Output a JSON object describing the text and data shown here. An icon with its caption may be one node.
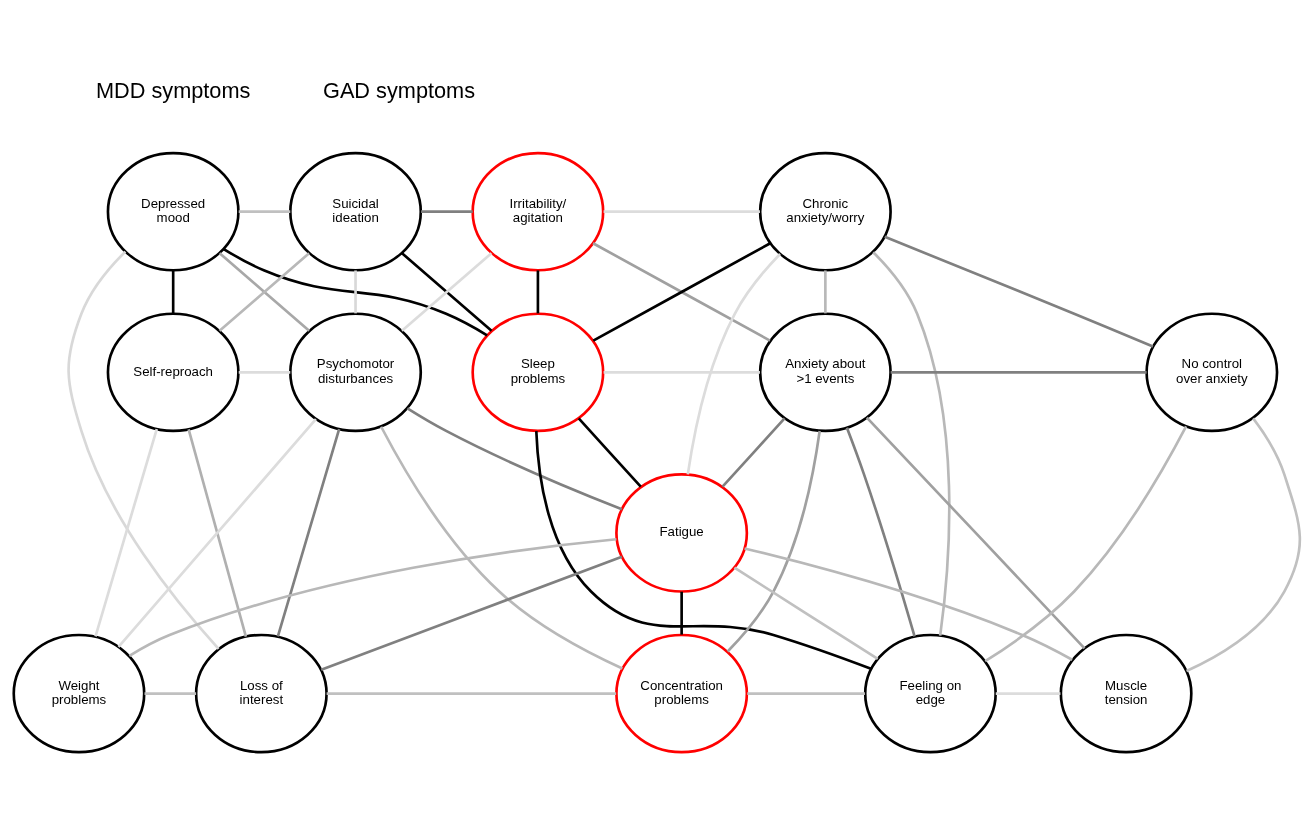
{
  "diagram": {
    "nodes": [
      {
        "text": [
          "Depressed mood"
        ]
      },
      {
        "text": [
          "Suicidal ideation"
        ]
      },
      {
        "text": [
          "Irritability/ agitation"
        ]
      },
      {
        "text": [
          "Chronic anxiety/worry"
        ]
      },
      {
        "text": [
          "Self-reproach"
        ]
      },
      {
        "text": [
          "Psychomotor disturbances"
        ]
      },
      {
        "text": [
          "Sleep problems"
        ]
      },
      {
        "text": [
          "Anxiety about >1 events"
        ]
      },
      {
        "text": [
          "No control over anxiety"
        ]
      },
      {
        "text": [
          "Fatigue"
        ]
      },
      {
        "text": [
          "Weight problems"
        ]
      },
      {
        "text": [
          "Loss of interest"
        ]
      },
      {
        "text": [
          "Concentration problems"
        ]
      },
      {
        "text": [
          "Feeling on edge"
        ]
      },
      {
        "text": [
          "Muscle tension"
        ]
      }
    ],
    "edges": [
      {
        "from": 0,
        "to": 1,
        "arrow": "none",
        "color": "#c0c0c0"
      },
      {
        "from": 1,
        "to": 2,
        "arrow": "none",
        "color": "#808080"
      },
      {
        "from": 0,
        "to": 4,
        "arrow": "none",
        "color": "#000000"
      },
      {
        "from": 0,
        "to": 6,
        "arrow": "none",
        "color": "#000000"
      },
      {
        "from": 1,
        "to": 6,
        "arrow": "none",
        "color": "#000000"
      },
      {
        "from": 0,
        "to": 5,
        "arrow": "none",
        "color": "#a8a8a8"
      },
      {
        "from": 0,
        "to": 11,
        "arrow": "none",
        "color": "#d8d8d8"
      },
      {
        "from": 1,
        "to": 4,
        "arrow": "none",
        "color": "#b8b8b8"
      },
      {
        "from": 1,
        "to": 5,
        "arrow": "none",
        "color": "#d8d8d8"
      },
      {
        "from": 2,
        "to": 5,
        "arrow": "none",
        "color": "#dcdcdc"
      },
      {
        "from": 4,
        "to": 5,
        "arrow": "none",
        "color": "#dcdcdc"
      },
      {
        "from": 4,
        "to": 11,
        "arrow": "none",
        "color": "#b0b0b0"
      },
      {
        "from": 4,
        "to": 10,
        "arrow": "none",
        "color": "#dcdcdc"
      },
      {
        "from": 5,
        "to": 10,
        "arrow": "none",
        "color": "#dcdcdc"
      },
      {
        "from": 10,
        "to": 9,
        "arrow": "none",
        "color": "#b8b8b8"
      },
      {
        "from": 5,
        "to": 11,
        "arrow": "none",
        "color": "#808080"
      },
      {
        "from": 11,
        "to": 9,
        "arrow": "none",
        "color": "#808080"
      },
      {
        "from": 5,
        "to": 9,
        "arrow": "none",
        "color": "#808080"
      },
      {
        "from": 5,
        "to": 12,
        "arrow": "none",
        "color": "#b8b8b8"
      },
      {
        "from": 10,
        "to": 11,
        "arrow": "none",
        "color": "#c0c0c0"
      },
      {
        "from": 11,
        "to": 12,
        "arrow": "none",
        "color": "#c0c0c0"
      },
      {
        "from": 2,
        "to": 6,
        "arrow": "none",
        "color": "#000000"
      },
      {
        "from": 6,
        "to": 9,
        "arrow": "none",
        "color": "#000000"
      },
      {
        "from": 9,
        "to": 12,
        "arrow": "none",
        "color": "#000000"
      },
      {
        "from": 2,
        "to": 3,
        "arrow": "none",
        "color": "#dcdcdc"
      },
      {
        "from": 2,
        "to": 7,
        "arrow": "none",
        "color": "#a0a0a0"
      },
      {
        "from": 6,
        "to": 3,
        "arrow": "none",
        "color": "#000000"
      },
      {
        "from": 6,
        "to": 7,
        "arrow": "none",
        "color": "#dcdcdc"
      },
      {
        "from": 6,
        "to": 13,
        "arrow": "none",
        "color": "#000000"
      },
      {
        "from": 3,
        "to": 9,
        "arrow": "none",
        "color": "#dcdcdc"
      },
      {
        "from": 3,
        "to": 7,
        "arrow": "none",
        "color": "#b8b8b8"
      },
      {
        "from": 3,
        "to": 13,
        "arrow": "none",
        "color": "#b8b8b8"
      },
      {
        "from": 3,
        "to": 8,
        "arrow": "none",
        "color": "#808080"
      },
      {
        "from": 7,
        "to": 8,
        "arrow": "none",
        "color": "#808080"
      },
      {
        "from": 7,
        "to": 9,
        "arrow": "none",
        "color": "#808080"
      },
      {
        "from": 7,
        "to": 12,
        "arrow": "none",
        "color": "#a0a0a0"
      },
      {
        "from": 7,
        "to": 13,
        "arrow": "none",
        "color": "#808080"
      },
      {
        "from": 7,
        "to": 14,
        "arrow": "none",
        "color": "#a0a0a0"
      },
      {
        "from": 8,
        "to": 13,
        "arrow": "none",
        "color": "#b8b8b8"
      },
      {
        "from": 8,
        "to": 14,
        "arrow": "none",
        "color": "#c0c0c0"
      },
      {
        "from": 9,
        "to": 14,
        "arrow": "none",
        "color": "#b8b8b8"
      },
      {
        "from": 9,
        "to": 13,
        "arrow": "none",
        "color": "#c0c0c0"
      },
      {
        "from": 12,
        "to": 13,
        "arrow": "none",
        "color": "#c0c0c0"
      },
      {
        "from": 13,
        "to": 14,
        "arrow": "none",
        "color": "#dcdcdc"
      }
    ],
    "labels": [
      "MDD symptoms",
      "GAD symptoms"
    ]
  }
}
